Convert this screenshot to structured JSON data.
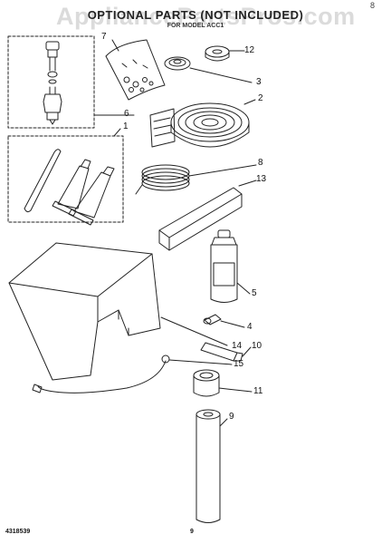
{
  "document": {
    "title": "OPTIONAL PARTS (NOT INCLUDED)",
    "subtitle": "FOR MODEL ACC1",
    "watermark": "AppliancePartsPros.com",
    "corner_mark": "8",
    "footer_part_number": "4318539",
    "footer_page": "9"
  },
  "callouts": {
    "c1": "1",
    "c2": "2",
    "c3": "3",
    "c4": "4",
    "c5": "5",
    "c6": "6",
    "c7": "7",
    "c8": "8",
    "c9": "9",
    "c10": "10",
    "c11": "11",
    "c12": "12",
    "c13": "13",
    "c14": "14",
    "c15": "15"
  },
  "colors": {
    "line": "#222222",
    "watermark": "#bebebe"
  }
}
